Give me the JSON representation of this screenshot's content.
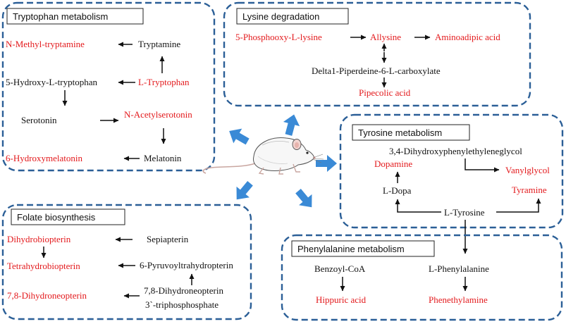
{
  "diagram": {
    "panels": {
      "tryptophan": {
        "title": "Tryptophan metabolism",
        "n_methyl_tryptamine": "N-Methyl-tryptamine",
        "tryptamine": "Tryptamine",
        "hydroxy_tryptophan": "5-Hydroxy-L-tryptophan",
        "l_tryptophan": "L-Tryptophan",
        "serotonin": "Serotonin",
        "n_acetylserotonin": "N-Acetylserotonin",
        "hydroxymelatonin": "6-Hydroxymelatonin",
        "melatonin": "Melatonin"
      },
      "lysine": {
        "title": "Lysine degradation",
        "phosphooxy_lysine": "5-Phosphooxy-L-lysine",
        "allysine": "Allysine",
        "aminoadipic_acid": "Aminoadipic acid",
        "piperdeine": "Delta1-Piperdeine-6-L-carboxylate",
        "pipecolic_acid": "Pipecolic acid"
      },
      "tyrosine": {
        "title": "Tyrosine metabolism",
        "dihydroxyphenylethyleneglycol": "3,4-Dihydroxyphenylethyleneglycol",
        "dopamine": "Dopamine",
        "vanylglycol": "Vanylglycol",
        "l_dopa": "L-Dopa",
        "tyramine": "Tyramine",
        "l_tyrosine": "L-Tyrosine"
      },
      "folate": {
        "title": "Folate biosynthesis",
        "dihydrobiopterin": "Dihydrobiopterin",
        "sepiapterin": "Sepiapterin",
        "tetrahydrobiopterin": "Tetrahydrobiopterin",
        "pyruvoyltrahydropterin": "6-Pyruvoyltrahydropterin",
        "dihydroneopterin": "7,8-Dihydroneopterin",
        "dihydroneopterin_tp_1": "7,8-Dihydroneopterin",
        "dihydroneopterin_tp_2": "3`-triphosphosphate"
      },
      "phenylalanine": {
        "title": "Phenylalanine metabolism",
        "benzoyl_coa": "Benzoyl-CoA",
        "l_phenylalanine": "L-Phenylalanine",
        "hippuric_acid": "Hippuric acid",
        "phenethylamine": "Phenethylamine"
      }
    },
    "colors": {
      "panel_border": "#2b5f97",
      "highlight_text": "#e3191c",
      "normal_text": "#111111",
      "central_arrows": "#3a8ad6"
    },
    "icons": [
      "mouse-illustration",
      "outward-arrows"
    ]
  }
}
